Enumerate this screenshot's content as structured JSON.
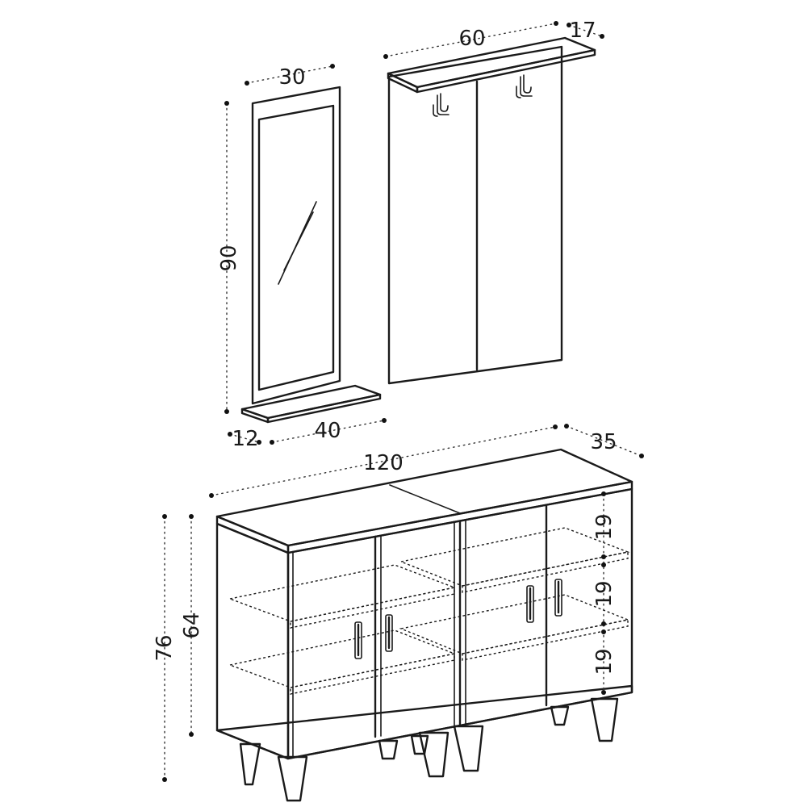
{
  "mirror": {
    "width_label": "30",
    "height_label": "90",
    "shelf_depth_label": "12",
    "shelf_width_label": "40"
  },
  "coat_rack": {
    "width_label": "60",
    "depth_label": "17"
  },
  "cabinet": {
    "width_label": "120",
    "depth_label": "35",
    "total_height_label": "76",
    "body_height_label": "64",
    "shelf_spacing_labels": [
      "19",
      "19",
      "19"
    ]
  }
}
